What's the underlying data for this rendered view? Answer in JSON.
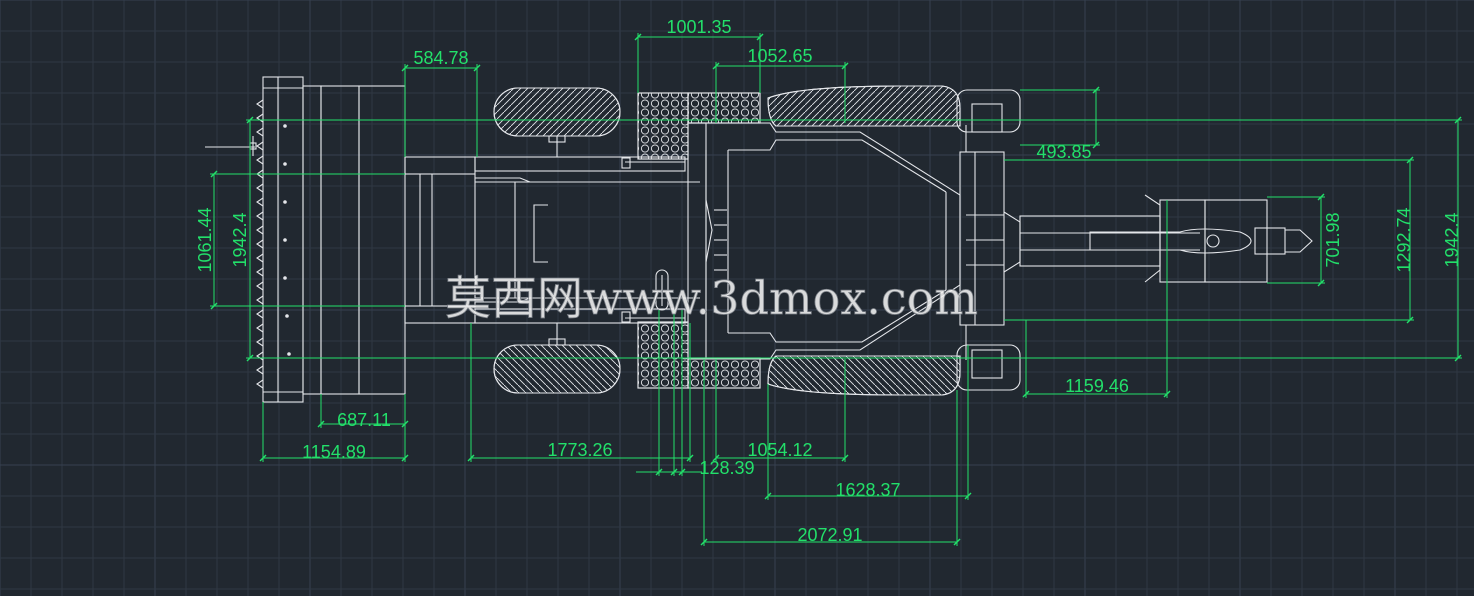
{
  "colors": {
    "background": "#212830",
    "grid": "#2f3843",
    "grid_major": "#364150",
    "geometry": "#e4e6ea",
    "dimension": "#22e06a",
    "watermark": "#f2f2f2"
  },
  "dimensions": {
    "d_1001_35": "1001.35",
    "d_1052_65": "1052.65",
    "d_584_78": "584.78",
    "d_493_85": "493.85",
    "d_1061_44": "1061.44",
    "d_1942_4_left": "1942.4",
    "d_701_98": "701.98",
    "d_1292_74": "1292.74",
    "d_1942_4_right": "1942.4",
    "d_687_11": "687.11",
    "d_1154_89": "1154.89",
    "d_1773_26": "1773.26",
    "d_1054_12": "1054.12",
    "d_128_39": "128.39",
    "d_1628_37": "1628.37",
    "d_1159_46": "1159.46",
    "d_2072_91": "2072.91"
  },
  "watermark": {
    "text": "莫西网www.3dmox.com"
  }
}
